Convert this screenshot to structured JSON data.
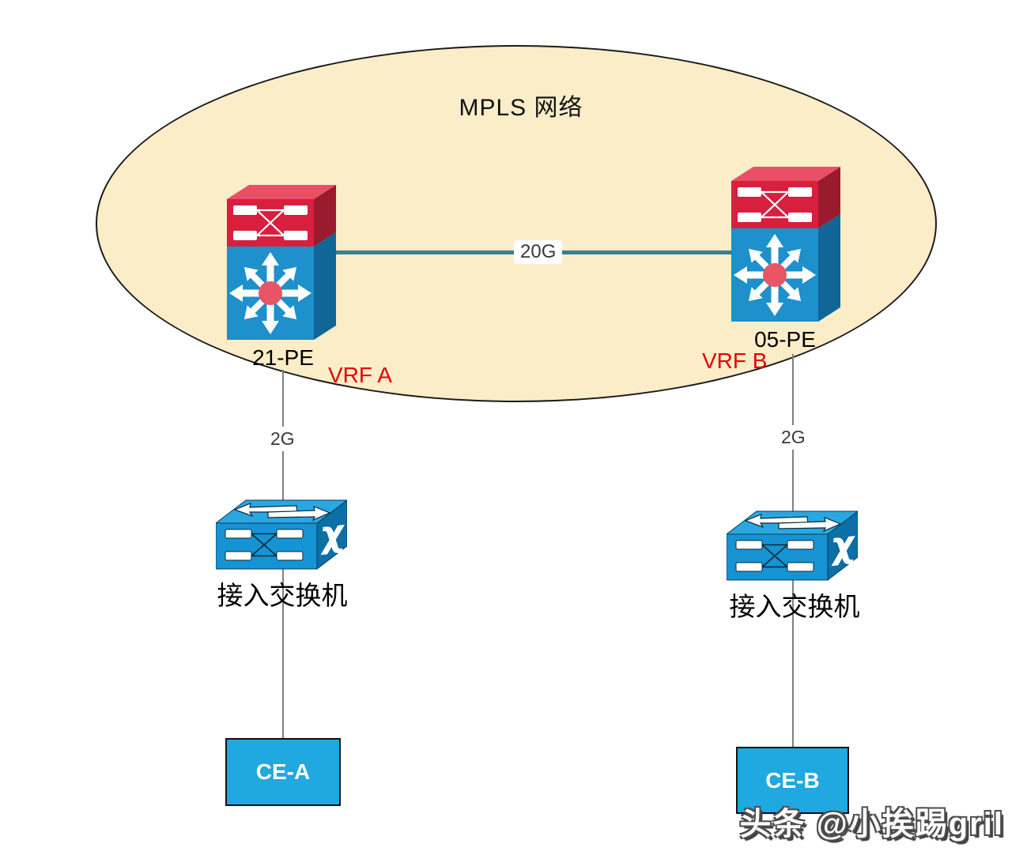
{
  "title": {
    "mpls": "MPLS 网络"
  },
  "nodes": {
    "pe_left": {
      "name": "21-PE",
      "vrf": "VRF A"
    },
    "pe_right": {
      "name": "05-PE",
      "vrf": "VRF B"
    },
    "access_left": {
      "name": "接入交换机"
    },
    "access_right": {
      "name": "接入交换机"
    },
    "ce_left": {
      "name": "CE-A"
    },
    "ce_right": {
      "name": "CE-B"
    }
  },
  "links": {
    "core": {
      "bandwidth": "20G"
    },
    "access_left": {
      "bandwidth": "2G"
    },
    "access_right": {
      "bandwidth": "2G"
    }
  },
  "watermark": {
    "text": "头条 @小挨踢gril"
  },
  "icons": {
    "pe": "multilayer-switch-icon",
    "access": "workgroup-switch-icon"
  },
  "colors": {
    "cloud_fill": "#FAEDC8",
    "cloud_border": "#1A1A1A",
    "core_link": "#35808E",
    "access_link": "#808080",
    "pe_red_front": "#D81F3E",
    "pe_red_top": "#EA5065",
    "pe_red_side": "#9A1A2E",
    "pe_blue_front": "#1E90CB",
    "pe_blue_side": "#0F6697",
    "pe_hub_dot": "#E85565",
    "switch_blue_front": "#1693D2",
    "switch_blue_top": "#2AA7E0",
    "switch_blue_side": "#0C6FA6",
    "ce_fill": "#20A8E0",
    "vrf_text": "#E60000",
    "link_label_text": "#3A3A3A",
    "watermark_text": "#FFFFFF"
  }
}
